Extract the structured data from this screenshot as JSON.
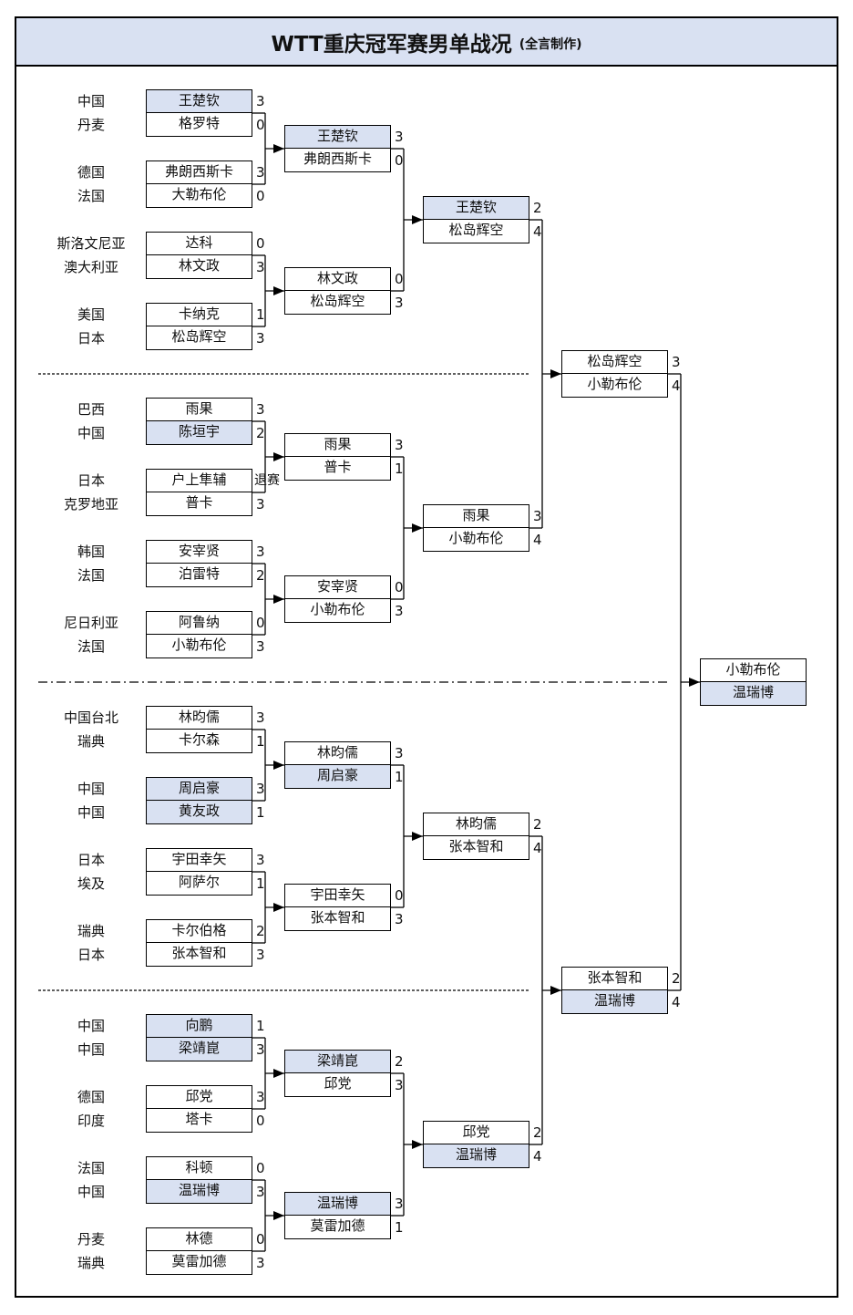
{
  "title": {
    "main": "WTT重庆冠军赛男单战况",
    "sub": "(全言制作)"
  },
  "colors": {
    "highlight": "#D9E1F2",
    "line": "#000000"
  },
  "round1": [
    {
      "a": {
        "country": "中国",
        "name": "王楚钦",
        "score": "3",
        "hl": true
      },
      "b": {
        "country": "丹麦",
        "name": "格罗特",
        "score": "0",
        "hl": false
      }
    },
    {
      "a": {
        "country": "德国",
        "name": "弗朗西斯卡",
        "score": "3",
        "hl": false
      },
      "b": {
        "country": "法国",
        "name": "大勒布伦",
        "score": "0",
        "hl": false
      }
    },
    {
      "a": {
        "country": "斯洛文尼亚",
        "name": "达科",
        "score": "0",
        "hl": false
      },
      "b": {
        "country": "澳大利亚",
        "name": "林文政",
        "score": "3",
        "hl": false
      }
    },
    {
      "a": {
        "country": "美国",
        "name": "卡纳克",
        "score": "1",
        "hl": false
      },
      "b": {
        "country": "日本",
        "name": "松岛辉空",
        "score": "3",
        "hl": false
      }
    },
    {
      "a": {
        "country": "巴西",
        "name": "雨果",
        "score": "3",
        "hl": false
      },
      "b": {
        "country": "中国",
        "name": "陈垣宇",
        "score": "2",
        "hl": true
      }
    },
    {
      "a": {
        "country": "日本",
        "name": "户上隼辅",
        "score": "退赛",
        "hl": false
      },
      "b": {
        "country": "克罗地亚",
        "name": "普卡",
        "score": "3",
        "hl": false
      }
    },
    {
      "a": {
        "country": "韩国",
        "name": "安宰贤",
        "score": "3",
        "hl": false
      },
      "b": {
        "country": "法国",
        "name": "泊雷特",
        "score": "2",
        "hl": false
      }
    },
    {
      "a": {
        "country": "尼日利亚",
        "name": "阿鲁纳",
        "score": "0",
        "hl": false
      },
      "b": {
        "country": "法国",
        "name": "小勒布伦",
        "score": "3",
        "hl": false
      }
    },
    {
      "a": {
        "country": "中国台北",
        "name": "林昀儒",
        "score": "3",
        "hl": false
      },
      "b": {
        "country": "瑞典",
        "name": "卡尔森",
        "score": "1",
        "hl": false
      }
    },
    {
      "a": {
        "country": "中国",
        "name": "周启豪",
        "score": "3",
        "hl": true
      },
      "b": {
        "country": "中国",
        "name": "黄友政",
        "score": "1",
        "hl": true
      }
    },
    {
      "a": {
        "country": "日本",
        "name": "宇田幸矢",
        "score": "3",
        "hl": false
      },
      "b": {
        "country": "埃及",
        "name": "阿萨尔",
        "score": "1",
        "hl": false
      }
    },
    {
      "a": {
        "country": "瑞典",
        "name": "卡尔伯格",
        "score": "2",
        "hl": false
      },
      "b": {
        "country": "日本",
        "name": "张本智和",
        "score": "3",
        "hl": false
      }
    },
    {
      "a": {
        "country": "中国",
        "name": "向鹏",
        "score": "1",
        "hl": true
      },
      "b": {
        "country": "中国",
        "name": "梁靖崑",
        "score": "3",
        "hl": true
      }
    },
    {
      "a": {
        "country": "德国",
        "name": "邱党",
        "score": "3",
        "hl": false
      },
      "b": {
        "country": "印度",
        "name": "塔卡",
        "score": "0",
        "hl": false
      }
    },
    {
      "a": {
        "country": "法国",
        "name": "科顿",
        "score": "0",
        "hl": false
      },
      "b": {
        "country": "中国",
        "name": "温瑞博",
        "score": "3",
        "hl": true
      }
    },
    {
      "a": {
        "country": "丹麦",
        "name": "林德",
        "score": "0",
        "hl": false
      },
      "b": {
        "country": "瑞典",
        "name": "莫雷加德",
        "score": "3",
        "hl": false
      }
    }
  ],
  "round2": [
    {
      "a": {
        "name": "王楚钦",
        "score": "3",
        "hl": true
      },
      "b": {
        "name": "弗朗西斯卡",
        "score": "0",
        "hl": false
      }
    },
    {
      "a": {
        "name": "林文政",
        "score": "0",
        "hl": false
      },
      "b": {
        "name": "松岛辉空",
        "score": "3",
        "hl": false
      }
    },
    {
      "a": {
        "name": "雨果",
        "score": "3",
        "hl": false
      },
      "b": {
        "name": "普卡",
        "score": "1",
        "hl": false
      }
    },
    {
      "a": {
        "name": "安宰贤",
        "score": "0",
        "hl": false
      },
      "b": {
        "name": "小勒布伦",
        "score": "3",
        "hl": false
      }
    },
    {
      "a": {
        "name": "林昀儒",
        "score": "3",
        "hl": false
      },
      "b": {
        "name": "周启豪",
        "score": "1",
        "hl": true
      }
    },
    {
      "a": {
        "name": "宇田幸矢",
        "score": "0",
        "hl": false
      },
      "b": {
        "name": "张本智和",
        "score": "3",
        "hl": false
      }
    },
    {
      "a": {
        "name": "梁靖崑",
        "score": "2",
        "hl": true
      },
      "b": {
        "name": "邱党",
        "score": "3",
        "hl": false
      }
    },
    {
      "a": {
        "name": "温瑞博",
        "score": "3",
        "hl": true
      },
      "b": {
        "name": "莫雷加德",
        "score": "1",
        "hl": false
      }
    }
  ],
  "quarterfinals": [
    {
      "a": {
        "name": "王楚钦",
        "score": "2",
        "hl": true
      },
      "b": {
        "name": "松岛辉空",
        "score": "4",
        "hl": false
      }
    },
    {
      "a": {
        "name": "雨果",
        "score": "3",
        "hl": false
      },
      "b": {
        "name": "小勒布伦",
        "score": "4",
        "hl": false
      }
    },
    {
      "a": {
        "name": "林昀儒",
        "score": "2",
        "hl": false
      },
      "b": {
        "name": "张本智和",
        "score": "4",
        "hl": false
      }
    },
    {
      "a": {
        "name": "邱党",
        "score": "2",
        "hl": false
      },
      "b": {
        "name": "温瑞博",
        "score": "4",
        "hl": true
      }
    }
  ],
  "semifinals": [
    {
      "a": {
        "name": "松岛辉空",
        "score": "3",
        "hl": false
      },
      "b": {
        "name": "小勒布伦",
        "score": "4",
        "hl": false
      }
    },
    {
      "a": {
        "name": "张本智和",
        "score": "2",
        "hl": false
      },
      "b": {
        "name": "温瑞博",
        "score": "4",
        "hl": true
      }
    }
  ],
  "final": [
    {
      "a": {
        "name": "小勒布伦",
        "score": "",
        "hl": false
      },
      "b": {
        "name": "温瑞博",
        "score": "",
        "hl": true
      }
    }
  ]
}
